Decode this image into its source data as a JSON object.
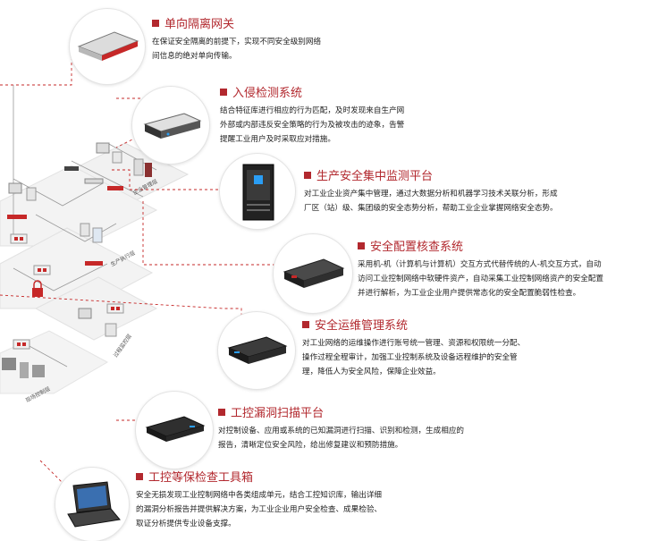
{
  "items": [
    {
      "id": "oneway-gateway",
      "title": "单向隔离网关",
      "desc": [
        "在保证安全隔离的前提下，实现不同安全级别网络",
        "间信息的绝对单向传输。"
      ]
    },
    {
      "id": "ids",
      "title": "入侵检测系统",
      "desc": [
        "结合特征库进行相应的行为匹配，及时发现来自生产网",
        "外部或内部违反安全策略的行为及被攻击的迹象，告警",
        "提醒工业用户及时采取应对措施。"
      ]
    },
    {
      "id": "monitor-platform",
      "title": "生产安全集中监测平台",
      "desc": [
        "对工业企业资产集中管理，通过大数据分析和机器学习技术关联分析，形成",
        "厂区（站）级、集团级的安全态势分析，帮助工业企业掌握网络安全态势。"
      ]
    },
    {
      "id": "config-check",
      "title": "安全配置核查系统",
      "desc": [
        "采用机-机（计算机与计算机）交互方式代替传统的人-机交互方式，自动",
        "访问工业控制网络中软硬件资产，自动采集工业控制网络资产的安全配置",
        "并进行解析，为工业企业用户提供常态化的安全配置脆弱性检查。"
      ]
    },
    {
      "id": "ops-management",
      "title": "安全运维管理系统",
      "desc": [
        "对工业网络的运维操作进行账号统一管理、资源和权限统一分配、",
        "操作过程全程审计，加强工业控制系统及设备远程维护的安全管",
        "理，降低人为安全风险，保障企业效益。"
      ]
    },
    {
      "id": "vuln-scan",
      "title": "工控漏洞扫描平台",
      "desc": [
        "对控制设备、应用或系统的已知漏洞进行扫描、识别和检测，生成相应的",
        "报告，清晰定位安全风险，给出修复建议和预防措施。"
      ]
    },
    {
      "id": "toolbox",
      "title": "工控等保检查工具箱",
      "desc": [
        "安全无损发现工业控制网络中各类组成单元，结合工控知识库，输出详细",
        "的漏洞分析报告并提供解决方案，为工业企业用户安全检查、成果检验、",
        "取证分析提供专业设备支撑。"
      ]
    }
  ],
  "zones": [
    "企业管理层",
    "生产执行层",
    "过程监控层",
    "现场控制层"
  ],
  "colors": {
    "accent": "#b2282e",
    "text": "#222222",
    "dashed_line": "#c62828"
  }
}
